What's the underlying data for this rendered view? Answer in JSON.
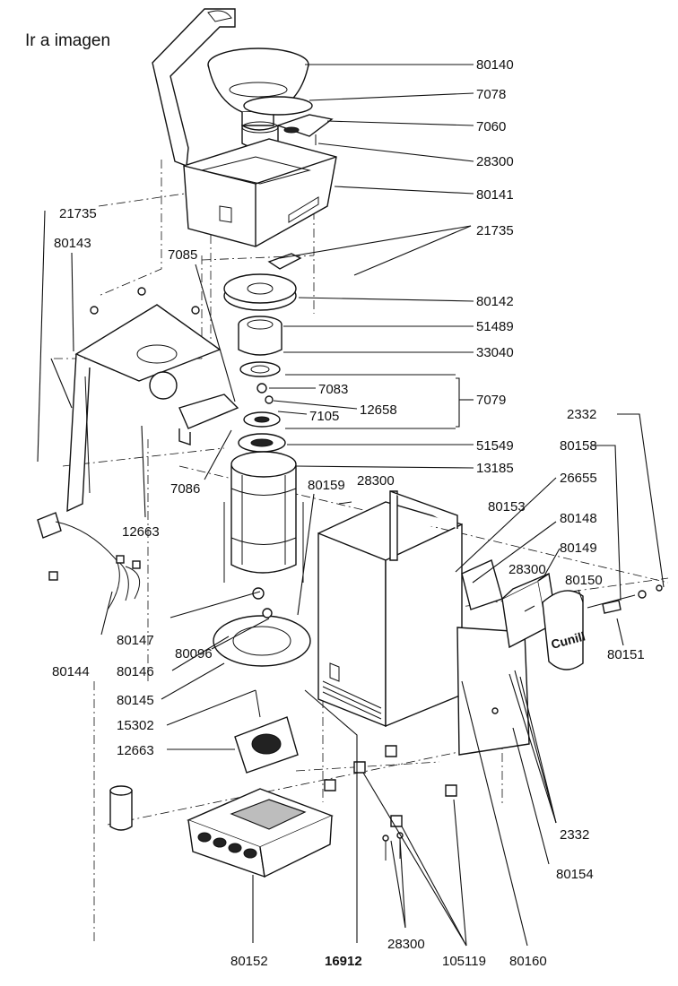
{
  "nav": {
    "back_link": "Ir a imagen"
  },
  "parts": [
    {
      "id": "p-80140",
      "label": "80140"
    },
    {
      "id": "p-7078",
      "label": "7078"
    },
    {
      "id": "p-7060",
      "label": "7060"
    },
    {
      "id": "p-28300-a",
      "label": "28300"
    },
    {
      "id": "p-80141",
      "label": "80141"
    },
    {
      "id": "p-21735-a",
      "label": "21735"
    },
    {
      "id": "p-21735-b",
      "label": "21735"
    },
    {
      "id": "p-80143",
      "label": "80143"
    },
    {
      "id": "p-7085",
      "label": "7085"
    },
    {
      "id": "p-80142",
      "label": "80142"
    },
    {
      "id": "p-51489",
      "label": "51489"
    },
    {
      "id": "p-33040",
      "label": "33040"
    },
    {
      "id": "p-7083",
      "label": "7083"
    },
    {
      "id": "p-7079",
      "label": "7079"
    },
    {
      "id": "p-12658",
      "label": "12658"
    },
    {
      "id": "p-7105",
      "label": "7105"
    },
    {
      "id": "p-2332-a",
      "label": "2332"
    },
    {
      "id": "p-80158",
      "label": "80158"
    },
    {
      "id": "p-51549",
      "label": "51549"
    },
    {
      "id": "p-13185",
      "label": "13185"
    },
    {
      "id": "p-7086",
      "label": "7086"
    },
    {
      "id": "p-28300-b",
      "label": "28300"
    },
    {
      "id": "p-26655",
      "label": "26655"
    },
    {
      "id": "p-80159",
      "label": "80159"
    },
    {
      "id": "p-80153",
      "label": "80153"
    },
    {
      "id": "p-80148",
      "label": "80148"
    },
    {
      "id": "p-12663-a",
      "label": "12663"
    },
    {
      "id": "p-80149",
      "label": "80149"
    },
    {
      "id": "p-28300-c",
      "label": "28300"
    },
    {
      "id": "p-80150",
      "label": "80150"
    },
    {
      "id": "p-80147",
      "label": "80147"
    },
    {
      "id": "p-80151",
      "label": "80151"
    },
    {
      "id": "p-80096",
      "label": "80096"
    },
    {
      "id": "p-80144",
      "label": "80144"
    },
    {
      "id": "p-80146",
      "label": "80146"
    },
    {
      "id": "p-80145",
      "label": "80145"
    },
    {
      "id": "p-15302",
      "label": "15302"
    },
    {
      "id": "p-12663-b",
      "label": "12663"
    },
    {
      "id": "p-2332-b",
      "label": "2332"
    },
    {
      "id": "p-80154",
      "label": "80154"
    },
    {
      "id": "p-28300-d",
      "label": "28300"
    },
    {
      "id": "p-80152",
      "label": "80152"
    },
    {
      "id": "p-16912",
      "label": "16912"
    },
    {
      "id": "p-105119",
      "label": "105119"
    },
    {
      "id": "p-80160",
      "label": "80160"
    }
  ],
  "brand": {
    "name": "Cunill"
  }
}
